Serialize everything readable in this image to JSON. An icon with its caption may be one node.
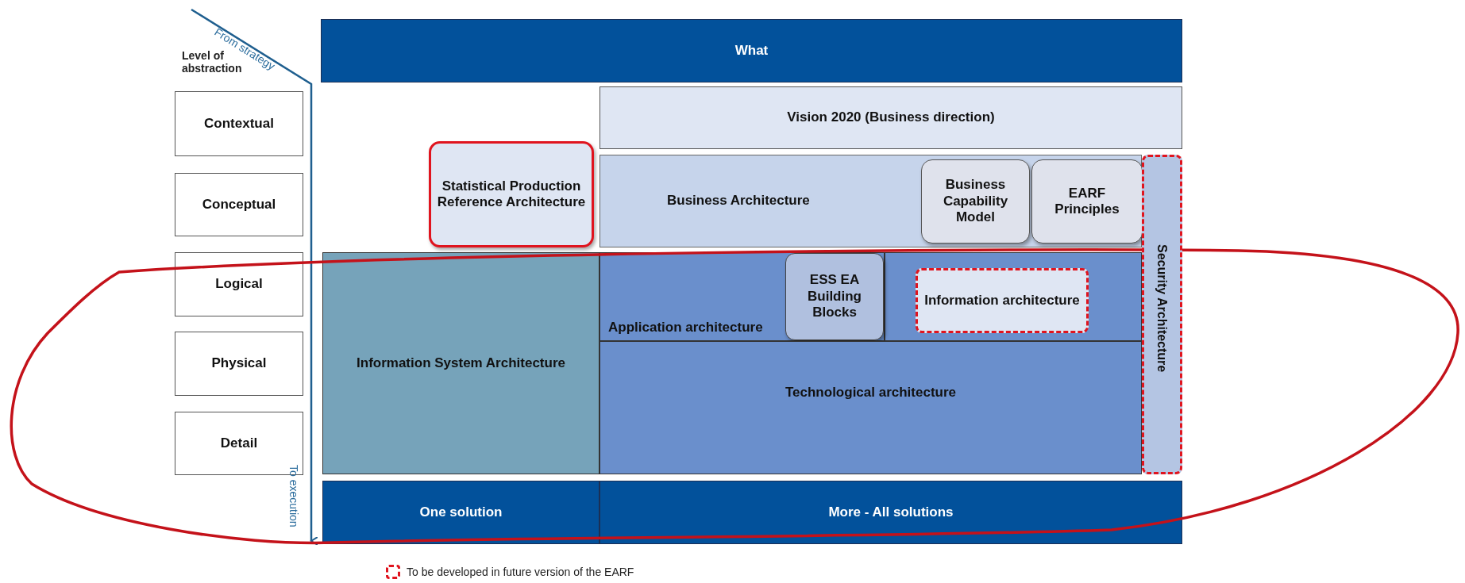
{
  "diagram": {
    "nodes": [
      {
        "text": [
          "What"
        ]
      },
      {
        "text": [
          "Contextual"
        ]
      },
      {
        "text": [
          "Vision 2020 (Business direction)"
        ]
      },
      {
        "text": [
          "Conceptual"
        ]
      },
      {
        "text": [
          "Statistical Production Reference Architecture"
        ]
      },
      {
        "text": [
          "Business Architecture"
        ]
      },
      {
        "text": [
          "Business Capability Model"
        ],
        "in": 5
      },
      {
        "text": [
          "EARF Principles"
        ],
        "in": 5
      },
      {
        "text": [
          "Security Architecture"
        ]
      },
      {
        "text": [
          "Logical"
        ]
      },
      {
        "text": [
          "Information System Architecture"
        ]
      },
      {
        "text": [
          "Application architecture"
        ]
      },
      {
        "text": [
          "ESS EA Building Blocks"
        ],
        "in": 11
      },
      {
        "text": [
          "Information architecture"
        ]
      },
      {
        "text": [
          "Physical"
        ]
      },
      {
        "text": [
          "Technological architecture"
        ]
      },
      {
        "text": [
          "Detail"
        ]
      },
      {
        "text": [
          "One solution"
        ]
      },
      {
        "text": [
          "More - All solutions"
        ]
      }
    ],
    "labels": [
      "From strategy",
      "Level of abstraction",
      "To execution"
    ],
    "legend": [
      {
        "text": "To be developed in future version of the EARF"
      }
    ]
  }
}
